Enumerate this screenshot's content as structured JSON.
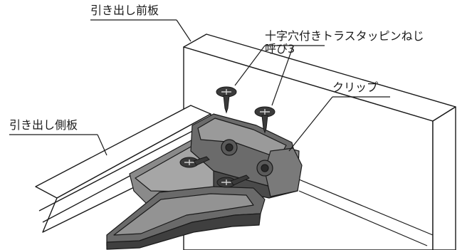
{
  "labels": {
    "front_panel": "引き出し前板",
    "screw_line1": "十字穴付きトラスタッピンねじ",
    "screw_line2": "呼び3",
    "clip": "クリップ",
    "side_panel": "引き出し側板"
  },
  "colors": {
    "line": "#1a1a1a",
    "part_dark": "#3b3b3b",
    "part_mid": "#5f5f5f",
    "part_light": "#8a8a8a",
    "background": "#ffffff"
  }
}
